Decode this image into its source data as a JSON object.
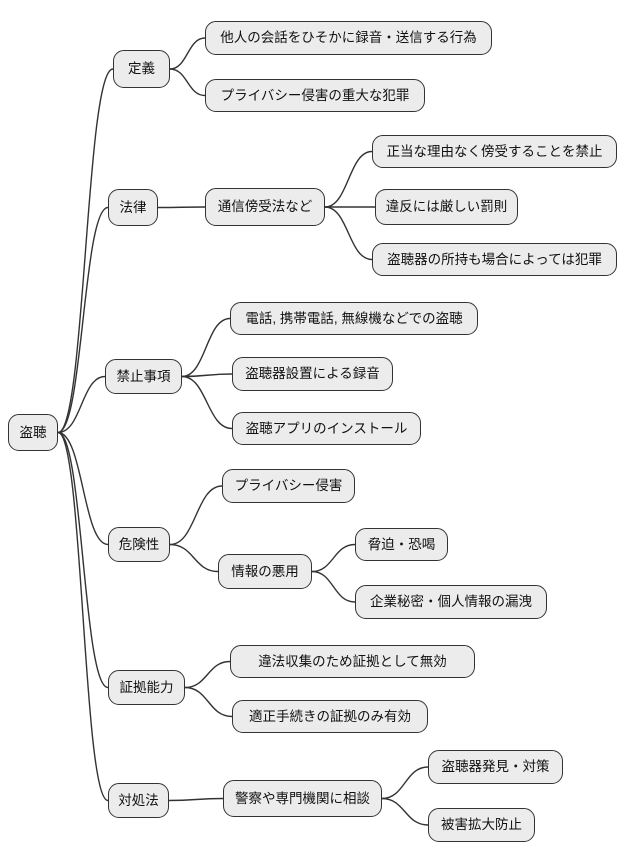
{
  "diagram": {
    "type": "mindmap",
    "colors": {
      "node_fill": "#ececec",
      "node_border": "#333333",
      "line": "#333333",
      "text": "#111111",
      "background": "#ffffff"
    },
    "root": {
      "id": "root",
      "label": "盗聴",
      "children": [
        {
          "id": "teigi",
          "label": "定義",
          "children": [
            {
              "id": "teigi-1",
              "label": "他人の会話をひそかに録音・送信する行為"
            },
            {
              "id": "teigi-2",
              "label": "プライバシー侵害の重大な犯罪"
            }
          ]
        },
        {
          "id": "horitsu",
          "label": "法律",
          "children": [
            {
              "id": "tsushin",
              "label": "通信傍受法など",
              "children": [
                {
                  "id": "tsushin-1",
                  "label": "正当な理由なく傍受することを禁止"
                },
                {
                  "id": "tsushin-2",
                  "label": "違反には厳しい罰則"
                },
                {
                  "id": "tsushin-3",
                  "label": "盗聴器の所持も場合によっては犯罪"
                }
              ]
            }
          ]
        },
        {
          "id": "kinshi",
          "label": "禁止事項",
          "children": [
            {
              "id": "kinshi-1",
              "label": "電話, 携帯電話, 無線機などでの盗聴"
            },
            {
              "id": "kinshi-2",
              "label": "盗聴器設置による録音"
            },
            {
              "id": "kinshi-3",
              "label": "盗聴アプリのインストール"
            }
          ]
        },
        {
          "id": "kiken",
          "label": "危険性",
          "children": [
            {
              "id": "kiken-1",
              "label": "プライバシー侵害"
            },
            {
              "id": "joho",
              "label": "情報の悪用",
              "children": [
                {
                  "id": "joho-1",
                  "label": "脅迫・恐喝"
                },
                {
                  "id": "joho-2",
                  "label": "企業秘密・個人情報の漏洩"
                }
              ]
            }
          ]
        },
        {
          "id": "shoko",
          "label": "証拠能力",
          "children": [
            {
              "id": "shoko-1",
              "label": "違法収集のため証拠として無効"
            },
            {
              "id": "shoko-2",
              "label": "適正手続きの証拠のみ有効"
            }
          ]
        },
        {
          "id": "taisho",
          "label": "対処法",
          "children": [
            {
              "id": "taisho-1",
              "label": "警察や専門機関に相談",
              "children": [
                {
                  "id": "taisho-1-1",
                  "label": "盗聴器発見・対策"
                },
                {
                  "id": "taisho-1-2",
                  "label": "被害拡大防止"
                }
              ]
            }
          ]
        }
      ]
    }
  }
}
